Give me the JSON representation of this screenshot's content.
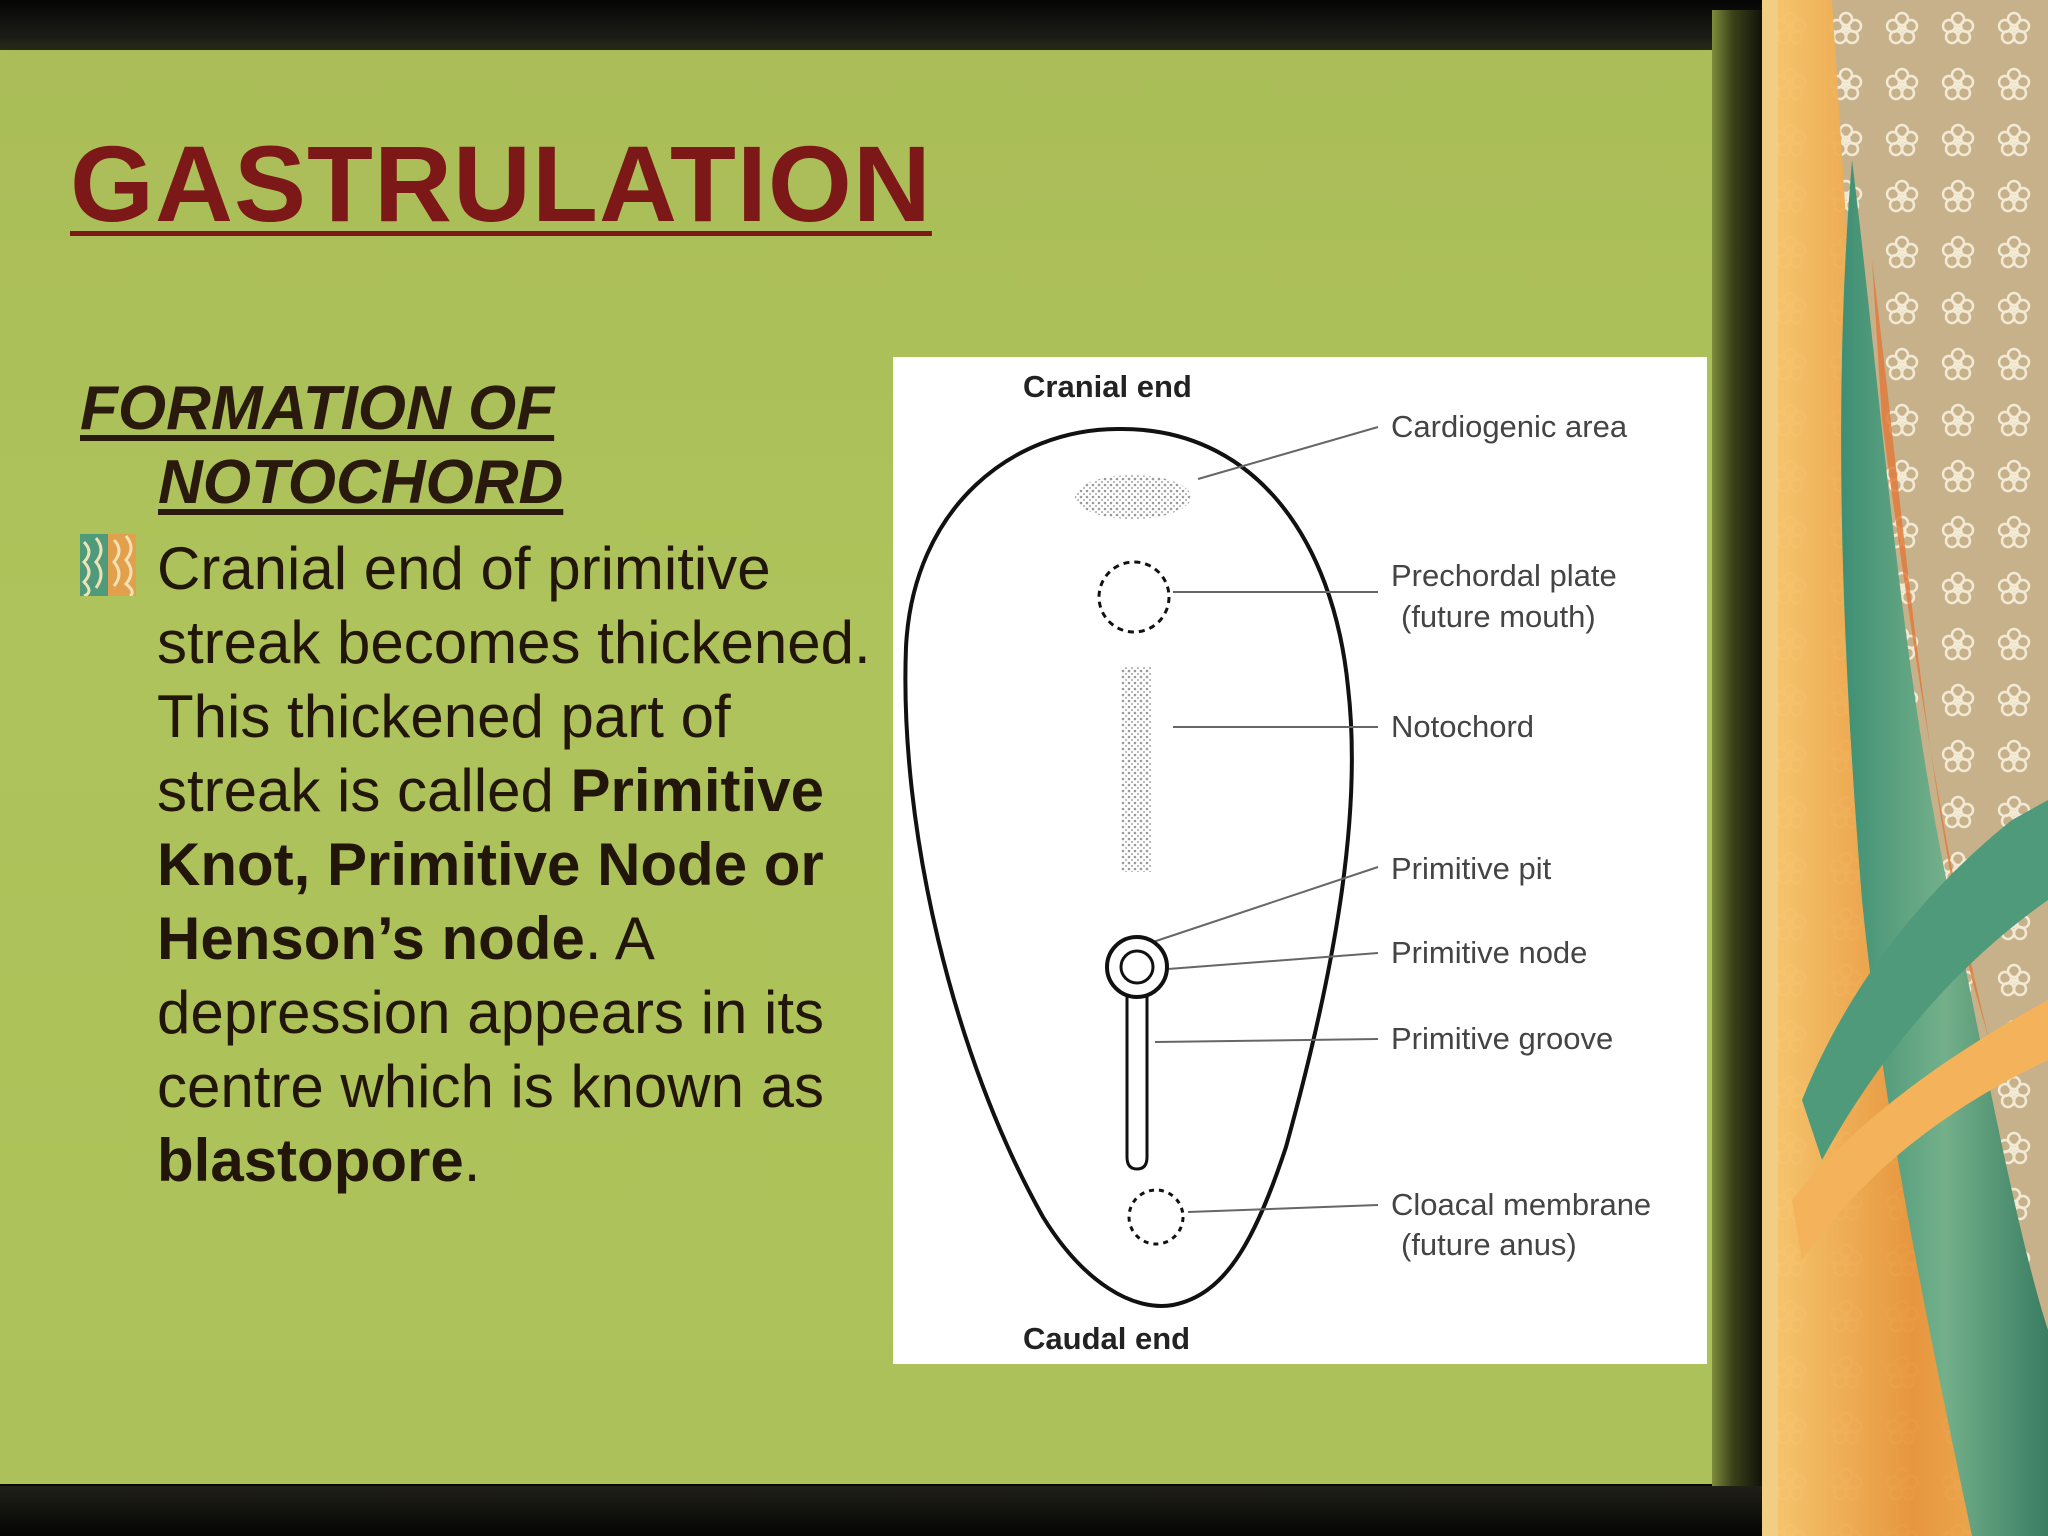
{
  "slide": {
    "title": "GASTRULATION",
    "subtitle_line1": "FORMATION OF",
    "subtitle_line2": "NOTOCHORD",
    "body": {
      "t1": "Cranial end of primitive streak becomes thickened. This thickened part of streak is called ",
      "b1": "Primitive Knot, Primitive Node or Henson’s node",
      "t2": ". A depression appears in its centre which is known as ",
      "b2": "blastopore",
      "t3": "."
    }
  },
  "figure": {
    "cranial_end": "Cranial end",
    "caudal_end": "Caudal end",
    "labels": {
      "cardiogenic": "Cardiogenic area",
      "prechordal_1": "Prechordal plate",
      "prechordal_2": "(future mouth)",
      "notochord": "Notochord",
      "primitive_pit": "Primitive pit",
      "primitive_node": "Primitive node",
      "primitive_groove": "Primitive groove",
      "cloacal_1": "Cloacal membrane",
      "cloacal_2": "(future anus)"
    }
  },
  "colors": {
    "slide_green": "#adc15a",
    "title_red": "#7d1818",
    "text_dark": "#22160a"
  },
  "icons": {
    "bullet": "patterned-square-bullet-icon"
  }
}
